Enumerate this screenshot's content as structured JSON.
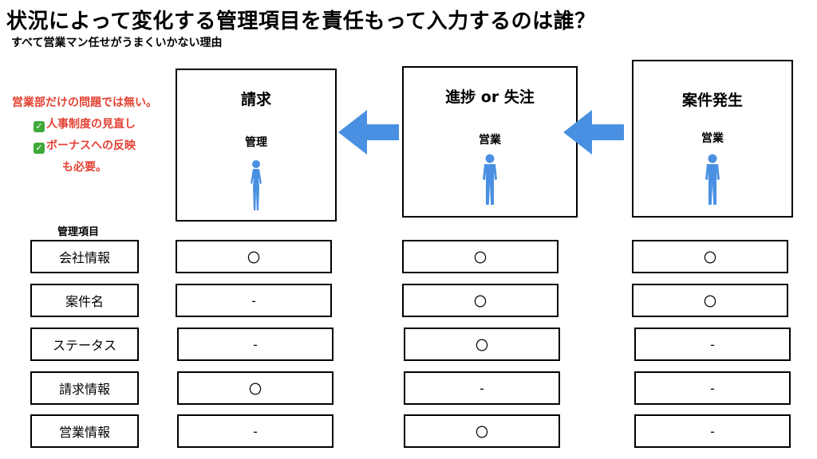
{
  "header": {
    "title": "状況によって変化する管理項目を責任もって入力するのは誰？",
    "subtitle": "すべて営業マン任せがうまくいかない理由"
  },
  "note": {
    "line1": "営業部だけの問題では無い。",
    "line2": "人事制度の見直し",
    "line3": "ボーナスへの反映",
    "line4": "も必要。",
    "check_symbol": "✓",
    "color": "#e34234",
    "check_color": "#3fa93a"
  },
  "stages": [
    {
      "title": "請求",
      "owner": "管理",
      "person": "female-person-icon"
    },
    {
      "title": "進捗 or 失注",
      "owner": "営業",
      "person": "male-person-icon"
    },
    {
      "title": "案件発生",
      "owner": "営業",
      "person": "male-person-icon"
    }
  ],
  "arrows": {
    "color": "#4a90e2",
    "direction": "left"
  },
  "items_header": "管理項目",
  "items": [
    {
      "label": "会社情報",
      "values": [
        "〇",
        "〇",
        "〇"
      ]
    },
    {
      "label": "案件名",
      "values": [
        "-",
        "〇",
        "〇"
      ]
    },
    {
      "label": "ステータス",
      "values": [
        "-",
        "〇",
        "-"
      ]
    },
    {
      "label": "請求情報",
      "values": [
        "〇",
        "-",
        "-"
      ]
    },
    {
      "label": "営業情報",
      "values": [
        "-",
        "〇",
        "-"
      ]
    }
  ],
  "person_color": "#4a90e2"
}
